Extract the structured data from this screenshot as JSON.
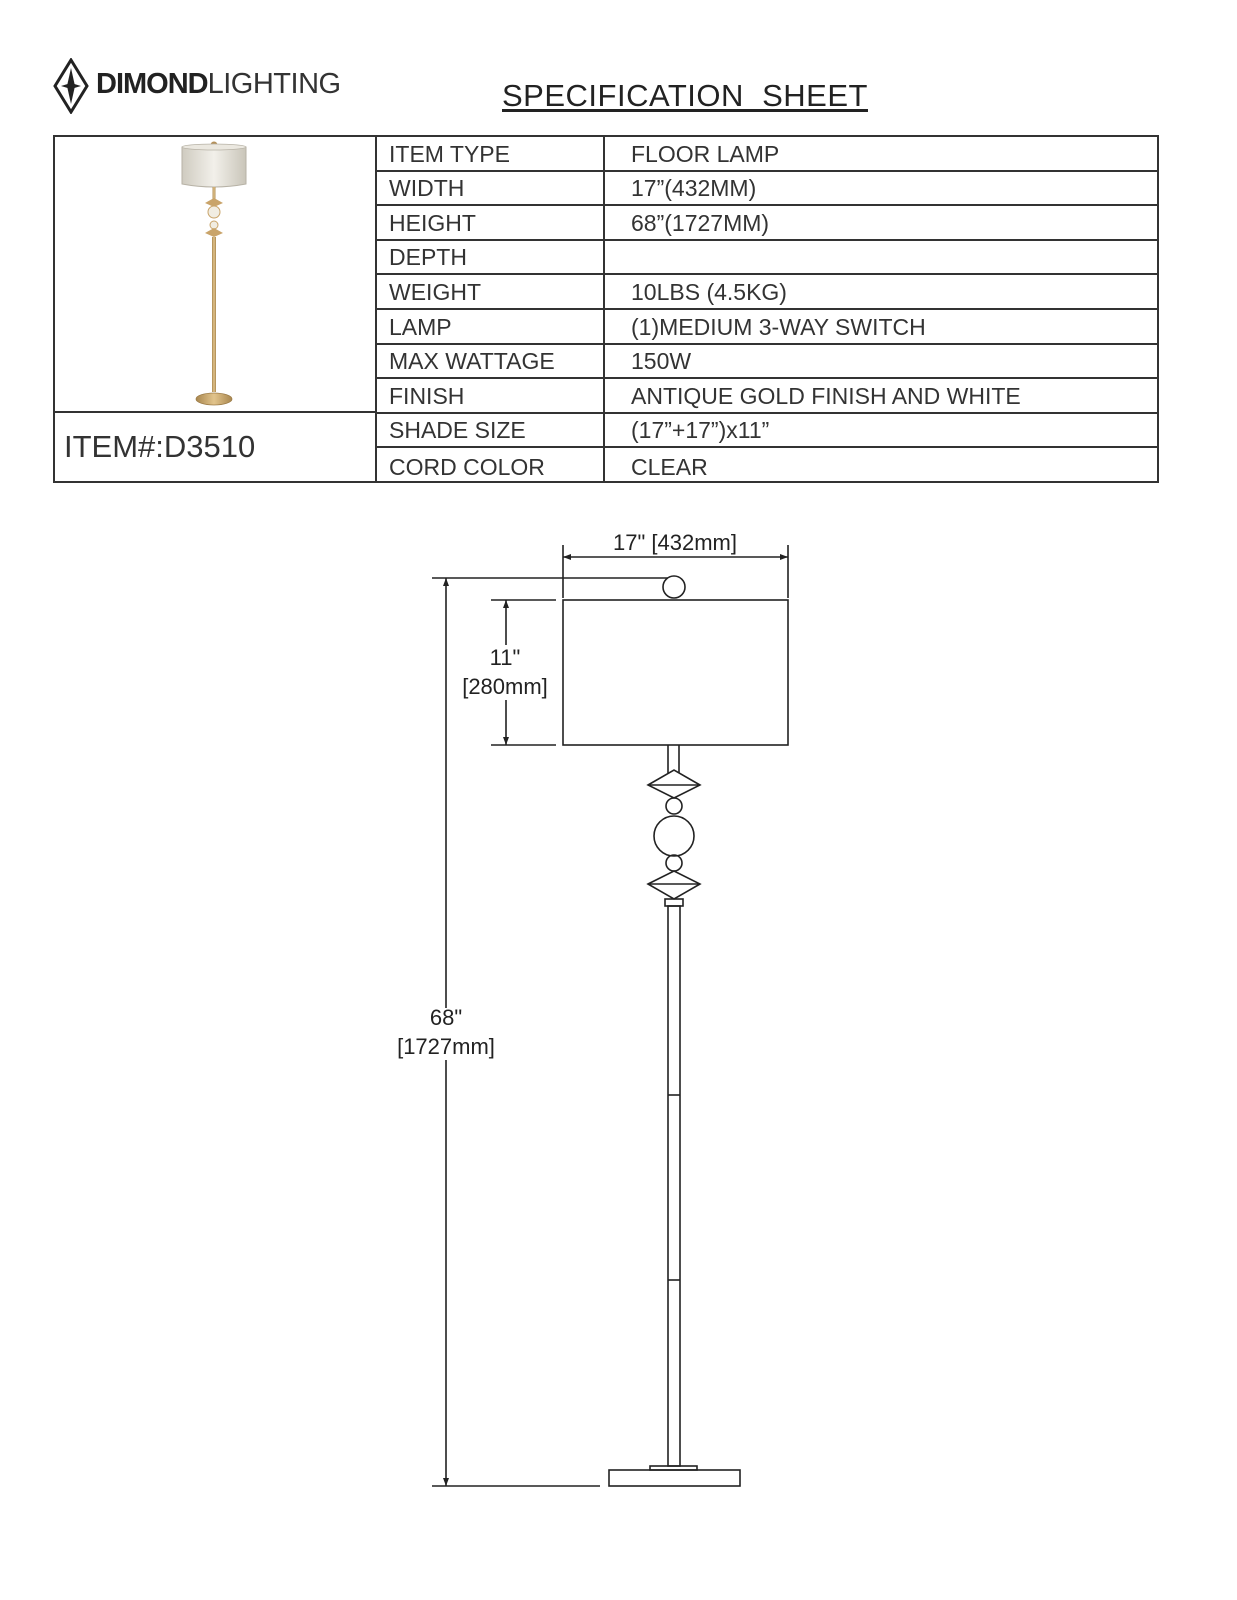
{
  "logo": {
    "bold_text": "DIMOND",
    "light_text": "LIGHTING",
    "icon": "diamond-logo-icon"
  },
  "title": "SPECIFICATION  SHEET",
  "item_number": "ITEM#:D3510",
  "specs": [
    {
      "key": "ITEM TYPE",
      "value": "FLOOR LAMP"
    },
    {
      "key": "WIDTH",
      "value": "17”(432MM)"
    },
    {
      "key": "HEIGHT",
      "value": "68”(1727MM)"
    },
    {
      "key": "DEPTH",
      "value": ""
    },
    {
      "key": "WEIGHT",
      "value": "10LBS (4.5KG)"
    },
    {
      "key": "LAMP",
      "value": "(1)MEDIUM 3-WAY SWITCH"
    },
    {
      "key": "MAX WATTAGE",
      "value": "150W"
    },
    {
      "key": "FINISH",
      "value": "ANTIQUE GOLD FINISH AND WHITE"
    },
    {
      "key": "SHADE SIZE",
      "value": "(17”+17”)x11”"
    },
    {
      "key": "CORD COLOR",
      "value": "CLEAR"
    }
  ],
  "dimensions": {
    "width_label": "17\" [432mm]",
    "shade_height_line1": "11\"",
    "shade_height_line2": "[280mm]",
    "total_height_line1": "68\"",
    "total_height_line2": "[1727mm]"
  },
  "colors": {
    "gold": "#c9a46a",
    "shade": "#e6e3da",
    "line": "#333333"
  }
}
